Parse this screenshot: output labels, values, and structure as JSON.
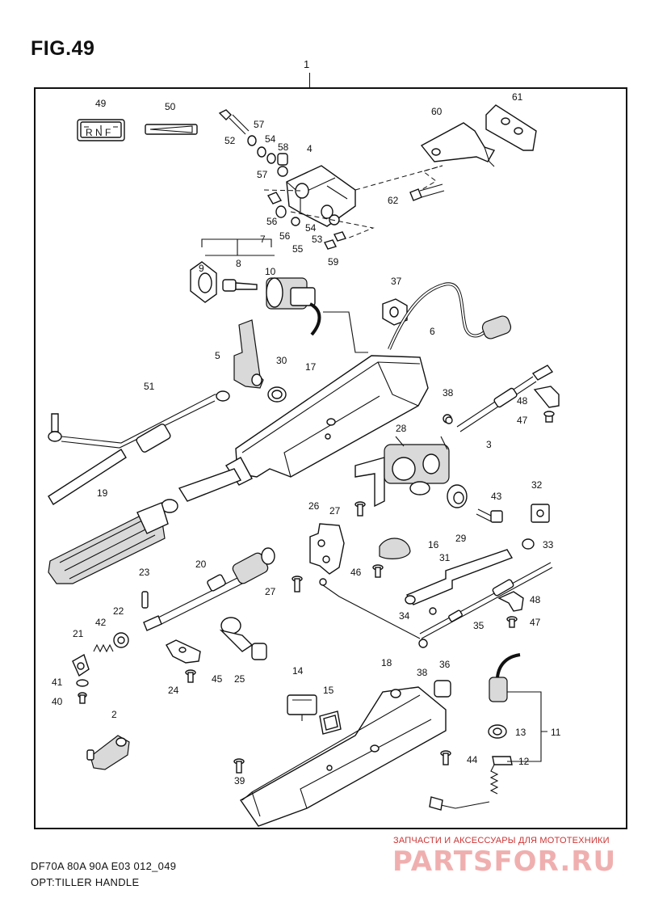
{
  "figure": {
    "title": "FIG.49",
    "assembly_number": "1"
  },
  "callouts": [
    "49",
    "50",
    "52",
    "57",
    "54",
    "58",
    "57",
    "4",
    "60",
    "61",
    "62",
    "56",
    "54",
    "56",
    "55",
    "53",
    "59",
    "9",
    "8",
    "7",
    "10",
    "37",
    "6",
    "5",
    "30",
    "17",
    "51",
    "38",
    "48",
    "47",
    "3",
    "28",
    "19",
    "27",
    "26",
    "29",
    "43",
    "32",
    "16",
    "33",
    "23",
    "20",
    "31",
    "46",
    "27",
    "22",
    "42",
    "21",
    "34",
    "48",
    "35",
    "47",
    "41",
    "40",
    "24",
    "45",
    "25",
    "38",
    "14",
    "18",
    "36",
    "15",
    "11",
    "13",
    "12",
    "2",
    "44",
    "39"
  ],
  "labels": {
    "shift_indicator_letters": "R N F"
  },
  "caption": {
    "line1": "DF70A 80A 90A E03 012_049",
    "line2": "OPT:TILLER HANDLE"
  },
  "watermark": {
    "tagline": "ЗАПЧАСТИ И АКСЕССУАРЫ ДЛЯ МОТОТЕХНИКИ",
    "logo": "PARTSFOR.RU"
  }
}
